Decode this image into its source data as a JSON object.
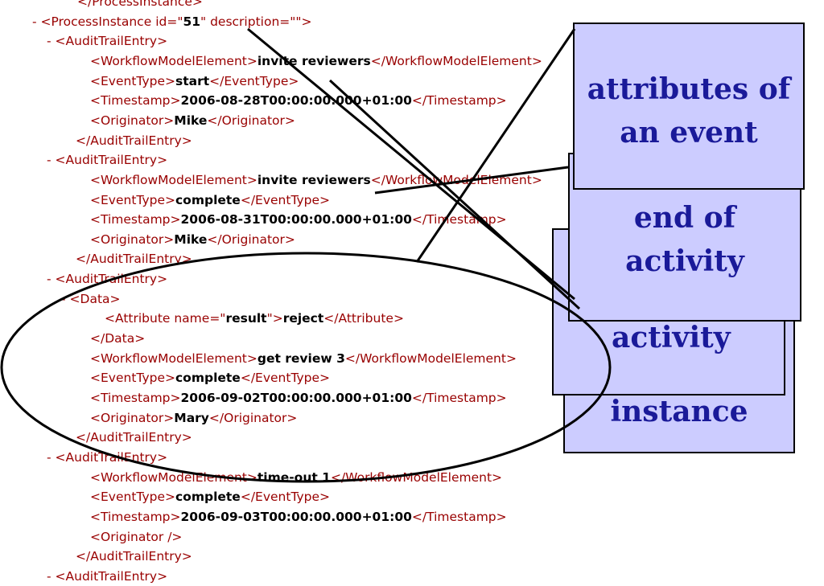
{
  "xml_lines": [
    {
      "indent": 96,
      "minus": false,
      "parts": [
        {
          "t": "tag",
          "s": "</ProcessInstance>"
        }
      ]
    },
    {
      "indent": 58,
      "minus": true,
      "parts": [
        {
          "t": "tag",
          "s": "<ProcessInstance "
        },
        {
          "t": "tag",
          "s": "id=\""
        },
        {
          "t": "val",
          "s": "51"
        },
        {
          "t": "tag",
          "s": "\" description=\"\">"
        }
      ]
    },
    {
      "indent": 76,
      "minus": true,
      "parts": [
        {
          "t": "tag",
          "s": "<AuditTrailEntry>"
        }
      ]
    },
    {
      "indent": 112,
      "minus": false,
      "parts": [
        {
          "t": "tag",
          "s": "<WorkflowModelElement>"
        },
        {
          "t": "val",
          "s": "invite reviewers"
        },
        {
          "t": "tag",
          "s": "</WorkflowModelElement>"
        }
      ]
    },
    {
      "indent": 112,
      "minus": false,
      "parts": [
        {
          "t": "tag",
          "s": "<EventType>"
        },
        {
          "t": "val",
          "s": "start"
        },
        {
          "t": "tag",
          "s": "</EventType>"
        }
      ]
    },
    {
      "indent": 112,
      "minus": false,
      "parts": [
        {
          "t": "tag",
          "s": "<Timestamp>"
        },
        {
          "t": "val",
          "s": "2006-08-28T00:00:00.000+01:00"
        },
        {
          "t": "tag",
          "s": "</Timestamp>"
        }
      ]
    },
    {
      "indent": 112,
      "minus": false,
      "parts": [
        {
          "t": "tag",
          "s": "<Originator>"
        },
        {
          "t": "val",
          "s": "Mike"
        },
        {
          "t": "tag",
          "s": "</Originator>"
        }
      ]
    },
    {
      "indent": 94,
      "minus": false,
      "parts": [
        {
          "t": "tag",
          "s": "</AuditTrailEntry>"
        }
      ]
    },
    {
      "indent": 76,
      "minus": true,
      "parts": [
        {
          "t": "tag",
          "s": "<AuditTrailEntry>"
        }
      ]
    },
    {
      "indent": 112,
      "minus": false,
      "parts": [
        {
          "t": "tag",
          "s": "<WorkflowModelElement>"
        },
        {
          "t": "val",
          "s": "invite reviewers"
        },
        {
          "t": "tag",
          "s": "</WorkflowModelElement>"
        }
      ]
    },
    {
      "indent": 112,
      "minus": false,
      "parts": [
        {
          "t": "tag",
          "s": "<EventType>"
        },
        {
          "t": "val",
          "s": "complete"
        },
        {
          "t": "tag",
          "s": "</EventType>"
        }
      ]
    },
    {
      "indent": 112,
      "minus": false,
      "parts": [
        {
          "t": "tag",
          "s": "<Timestamp>"
        },
        {
          "t": "val",
          "s": "2006-08-31T00:00:00.000+01:00"
        },
        {
          "t": "tag",
          "s": "</Timestamp>"
        }
      ]
    },
    {
      "indent": 112,
      "minus": false,
      "parts": [
        {
          "t": "tag",
          "s": "<Originator>"
        },
        {
          "t": "val",
          "s": "Mike"
        },
        {
          "t": "tag",
          "s": "</Originator>"
        }
      ]
    },
    {
      "indent": 94,
      "minus": false,
      "parts": [
        {
          "t": "tag",
          "s": "</AuditTrailEntry>"
        }
      ]
    },
    {
      "indent": 76,
      "minus": true,
      "parts": [
        {
          "t": "tag",
          "s": "<AuditTrailEntry>"
        }
      ]
    },
    {
      "indent": 94,
      "minus": true,
      "parts": [
        {
          "t": "tag",
          "s": "<Data>"
        }
      ]
    },
    {
      "indent": 130,
      "minus": false,
      "parts": [
        {
          "t": "tag",
          "s": "<Attribute "
        },
        {
          "t": "tag",
          "s": "name=\""
        },
        {
          "t": "val",
          "s": "result"
        },
        {
          "t": "tag",
          "s": "\">"
        },
        {
          "t": "val",
          "s": "reject"
        },
        {
          "t": "tag",
          "s": "</Attribute>"
        }
      ]
    },
    {
      "indent": 112,
      "minus": false,
      "parts": [
        {
          "t": "tag",
          "s": "</Data>"
        }
      ]
    },
    {
      "indent": 112,
      "minus": false,
      "parts": [
        {
          "t": "tag",
          "s": "<WorkflowModelElement>"
        },
        {
          "t": "val",
          "s": "get review 3"
        },
        {
          "t": "tag",
          "s": "</WorkflowModelElement>"
        }
      ]
    },
    {
      "indent": 112,
      "minus": false,
      "parts": [
        {
          "t": "tag",
          "s": "<EventType>"
        },
        {
          "t": "val",
          "s": "complete"
        },
        {
          "t": "tag",
          "s": "</EventType>"
        }
      ]
    },
    {
      "indent": 112,
      "minus": false,
      "parts": [
        {
          "t": "tag",
          "s": "<Timestamp>"
        },
        {
          "t": "val",
          "s": "2006-09-02T00:00:00.000+01:00"
        },
        {
          "t": "tag",
          "s": "</Timestamp>"
        }
      ]
    },
    {
      "indent": 112,
      "minus": false,
      "parts": [
        {
          "t": "tag",
          "s": "<Originator>"
        },
        {
          "t": "val",
          "s": "Mary"
        },
        {
          "t": "tag",
          "s": "</Originator>"
        }
      ]
    },
    {
      "indent": 94,
      "minus": false,
      "parts": [
        {
          "t": "tag",
          "s": "</AuditTrailEntry>"
        }
      ]
    },
    {
      "indent": 76,
      "minus": true,
      "parts": [
        {
          "t": "tag",
          "s": "<AuditTrailEntry>"
        }
      ]
    },
    {
      "indent": 112,
      "minus": false,
      "parts": [
        {
          "t": "tag",
          "s": "<WorkflowModelElement>"
        },
        {
          "t": "val",
          "s": "time-out 1"
        },
        {
          "t": "tag",
          "s": "</WorkflowModelElement>"
        }
      ]
    },
    {
      "indent": 112,
      "minus": false,
      "parts": [
        {
          "t": "tag",
          "s": "<EventType>"
        },
        {
          "t": "val",
          "s": "complete"
        },
        {
          "t": "tag",
          "s": "</EventType>"
        }
      ]
    },
    {
      "indent": 112,
      "minus": false,
      "parts": [
        {
          "t": "tag",
          "s": "<Timestamp>"
        },
        {
          "t": "val",
          "s": "2006-09-03T00:00:00.000+01:00"
        },
        {
          "t": "tag",
          "s": "</Timestamp>"
        }
      ]
    },
    {
      "indent": 112,
      "minus": false,
      "parts": [
        {
          "t": "tag",
          "s": "<Originator />"
        }
      ]
    },
    {
      "indent": 94,
      "minus": false,
      "parts": [
        {
          "t": "tag",
          "s": "</AuditTrailEntry>"
        }
      ]
    },
    {
      "indent": 76,
      "minus": true,
      "parts": [
        {
          "t": "tag",
          "s": "<AuditTrailEntry>"
        }
      ]
    }
  ],
  "callouts": {
    "process_instance": "instance",
    "activity": "activity",
    "end_of_activity": "end of activity",
    "attributes": "attributes of an event"
  },
  "colors": {
    "tag": "#990000",
    "value": "#000000",
    "callout_fill": "#ccccff",
    "callout_text": "#1a1a99"
  }
}
